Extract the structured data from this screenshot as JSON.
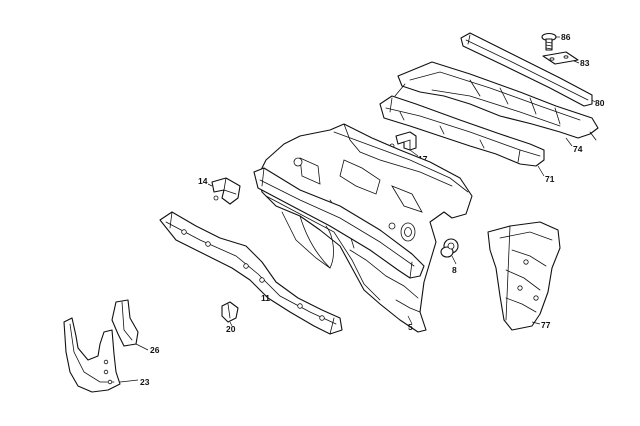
{
  "diagram": {
    "line_color": "#111111",
    "background": "#ffffff",
    "callouts": {
      "p86": "86",
      "p83": "83",
      "p80": "80",
      "p74": "74",
      "p71": "71",
      "p17": "17",
      "p14": "14",
      "p8": "8",
      "p77": "77",
      "p11": "11",
      "p5": "5",
      "p20": "20",
      "p26": "26",
      "p23": "23"
    }
  }
}
